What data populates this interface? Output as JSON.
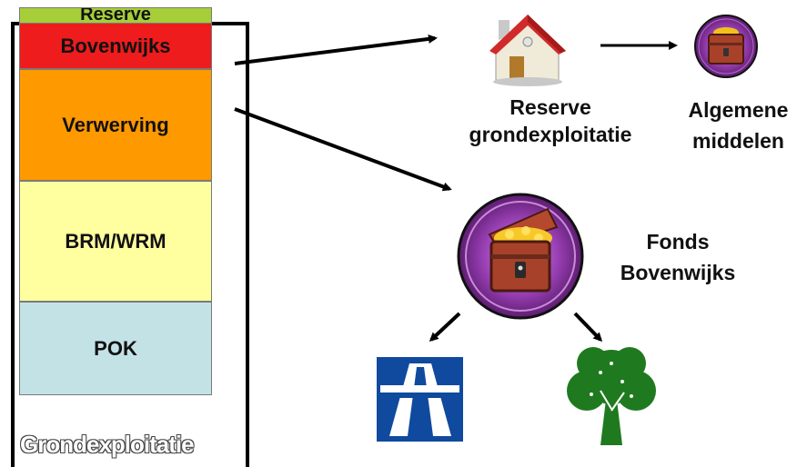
{
  "stack": {
    "segments": {
      "reserve": "Reserve",
      "bovenwijks": "Bovenwijks",
      "verwerving": "Verwerving",
      "brm_wrm": "BRM/WRM",
      "pok": "POK"
    },
    "caption": "Grondexploitatie"
  },
  "nodes": {
    "reserve_grex": [
      "Reserve",
      "grondexploitatie"
    ],
    "algemene_middelen": [
      "Algemene",
      "middelen"
    ],
    "fonds_bovenwijks": [
      "Fonds",
      "Bovenwijks"
    ]
  },
  "icons": {
    "house": "house-icon",
    "chest": "treasure-chest-icon",
    "highway": "highway-sign-icon",
    "tree": "tree-icon"
  },
  "colors": {
    "reserve": "#a6ce39",
    "bovenwijks": "#ee1c1c",
    "verwerving": "#ff9900",
    "brm_wrm": "#ffff9f",
    "pok": "#c3e2e6",
    "chest_badge": "#7b2f8f",
    "highway_sign": "#0f4a9e",
    "tree": "#1f7a1f"
  }
}
